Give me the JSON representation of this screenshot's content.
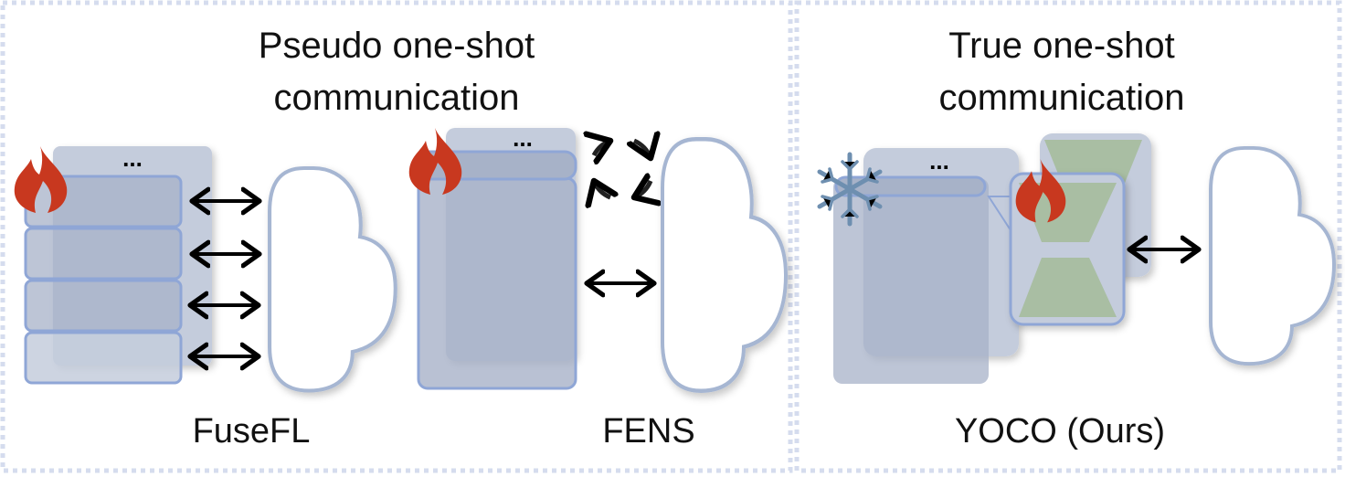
{
  "left_panel": {
    "title_line1": "Pseudo one-shot",
    "title_line2": "communication",
    "methods": [
      {
        "label": "FuseFL",
        "ellipsis": "..."
      },
      {
        "label": "FENS",
        "ellipsis": "..."
      }
    ]
  },
  "right_panel": {
    "title_line1": "True one-shot",
    "title_line2": "communication",
    "methods": [
      {
        "label": "YOCO (Ours)",
        "ellipsis": "..."
      }
    ]
  },
  "colors": {
    "block_fill": "#a7b2c8",
    "block_back": "#c4ccdc",
    "block_border": "#8fa6d6",
    "adapter_green": "#a9bea3",
    "flame": "#c8381f",
    "snowflake": "#6e8fb0",
    "cloud_stroke": "#a6b6d2",
    "dashed_border": "#d5dcee"
  }
}
